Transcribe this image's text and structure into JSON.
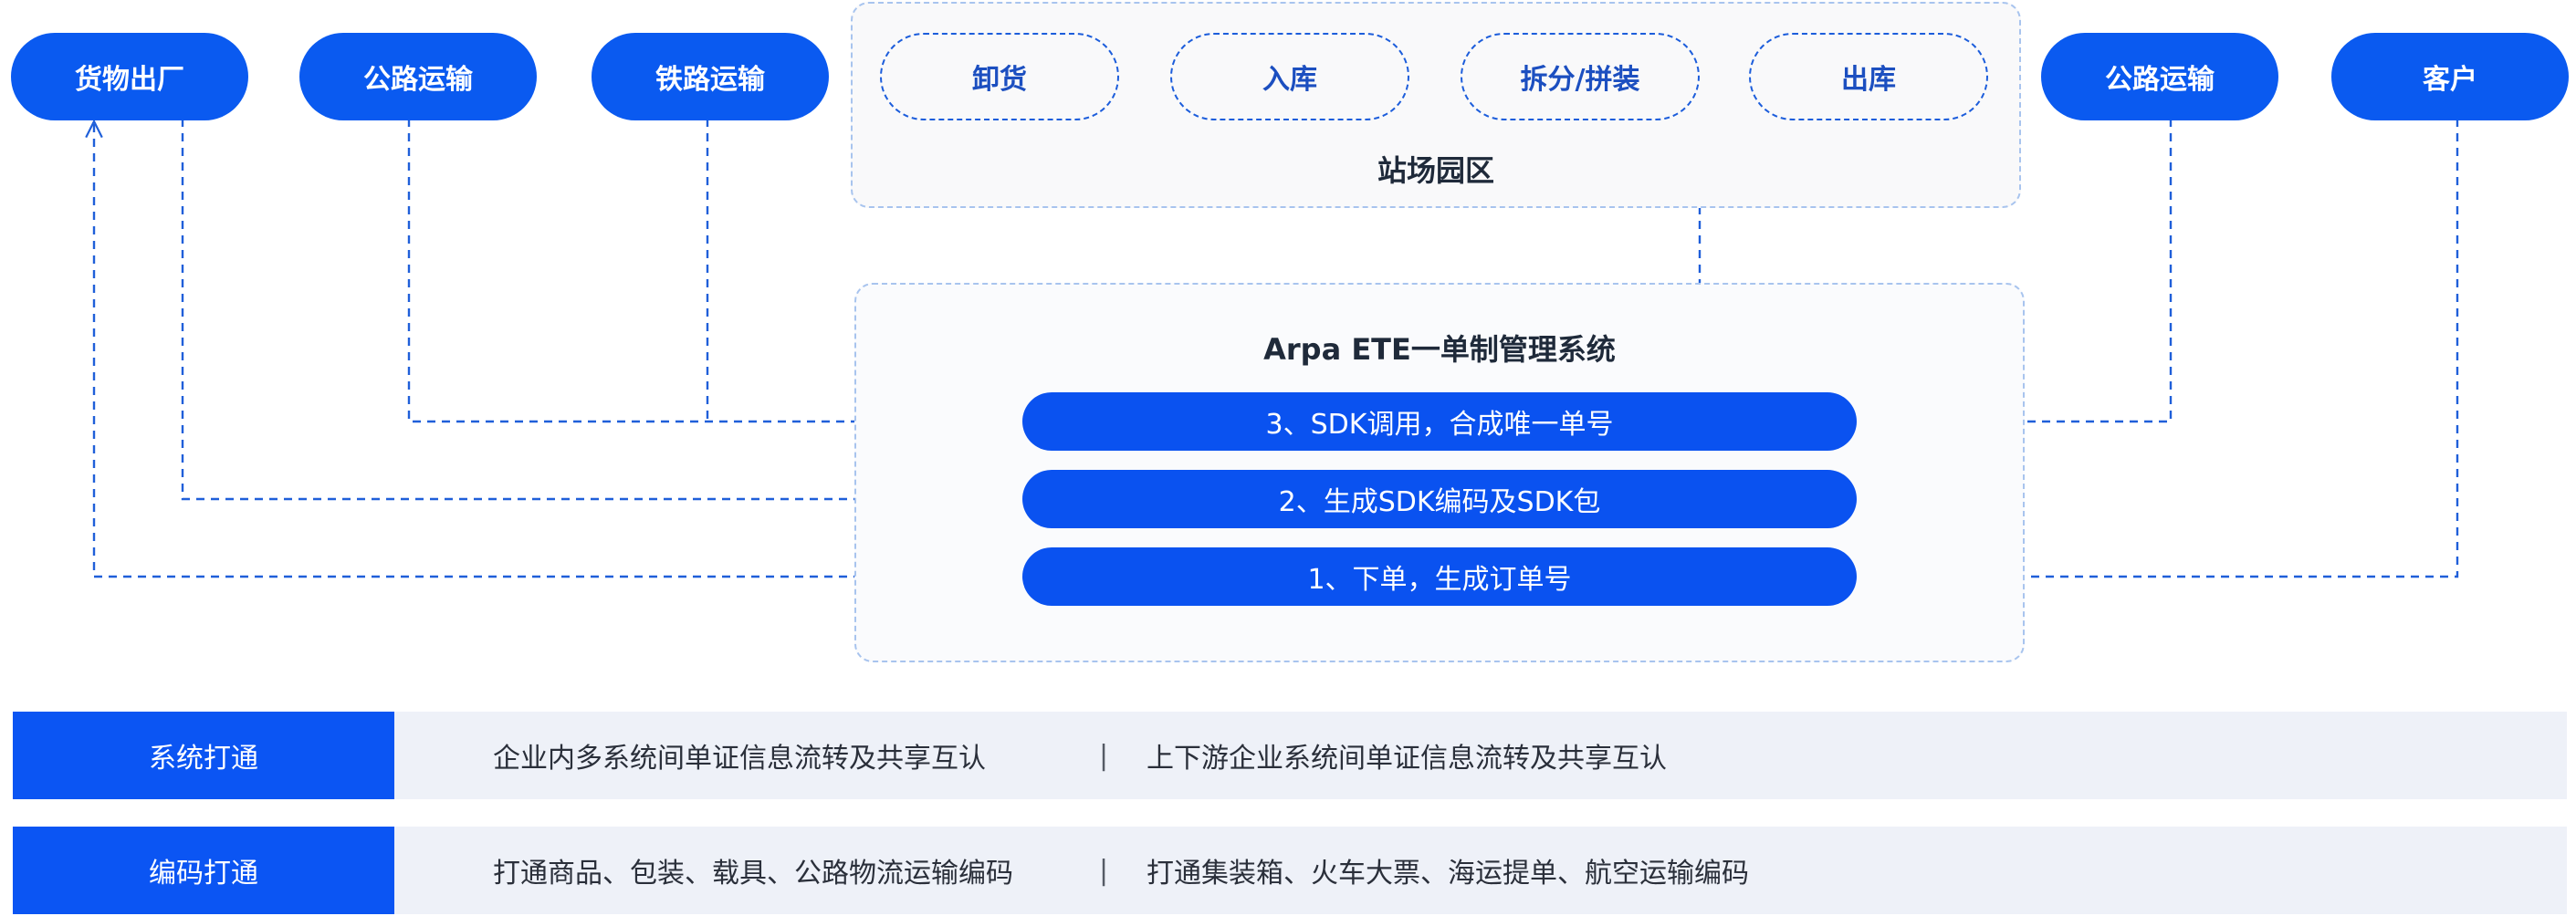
{
  "top_nodes": {
    "cargo_exit": "货物出厂",
    "road_left": "公路运输",
    "rail": "铁路运输",
    "road_right": "公路运输",
    "customer": "客户"
  },
  "yard": {
    "title": "站场园区",
    "steps": [
      "卸货",
      "入库",
      "拆分/拼装",
      "出库"
    ]
  },
  "system": {
    "title": "Arpa ETE一单制管理系统",
    "bars": [
      "3、SDK调用，合成唯一单号",
      "2、生成SDK编码及SDK包",
      "1、下单，生成订单号"
    ]
  },
  "rows": [
    {
      "label": "系统打通",
      "left": "企业内多系统间单证信息流转及共享互认",
      "separator": "|",
      "right": "上下游企业系统间单证信息流转及共享互认"
    },
    {
      "label": "编码打通",
      "left": "打通商品、包装、载具、公路物流运输编码",
      "separator": "|",
      "right": "打通集装箱、火车大票、海运提单、航空运输编码"
    }
  ],
  "colors": {
    "primary": "#0a52f0",
    "connector": "#1f5fd9",
    "zone_border": "#a8c4ee",
    "row_bg": "#eef1f8"
  }
}
